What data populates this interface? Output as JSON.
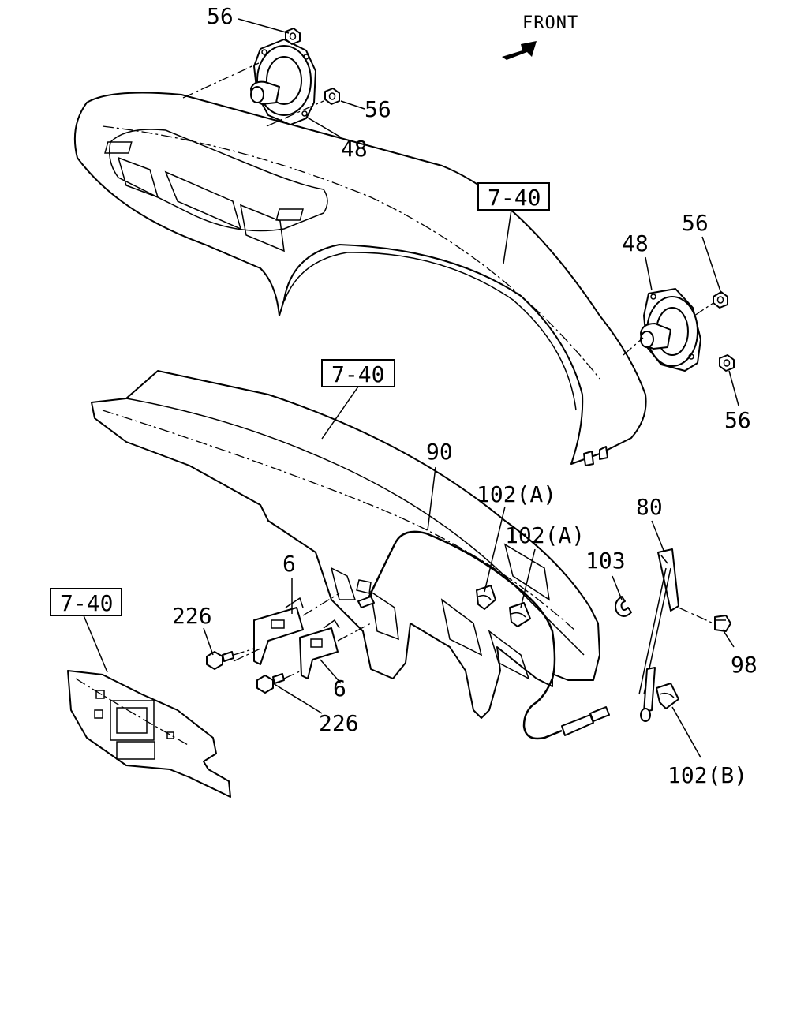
{
  "diagram": {
    "front_indicator": {
      "label": "FRONT"
    },
    "reference_labels": [
      "7-40",
      "7-40",
      "7-40"
    ],
    "callouts": {
      "c56a": "56",
      "c56b": "56",
      "c48a": "48",
      "c48b": "48",
      "c56c": "56",
      "c56d": "56",
      "c90": "90",
      "c102a1": "102(A)",
      "c102a2": "102(A)",
      "c80": "80",
      "c103": "103",
      "c6a": "6",
      "c226a": "226",
      "c6b": "6",
      "c226b": "226",
      "c98": "98",
      "c102b": "102(B)"
    }
  }
}
